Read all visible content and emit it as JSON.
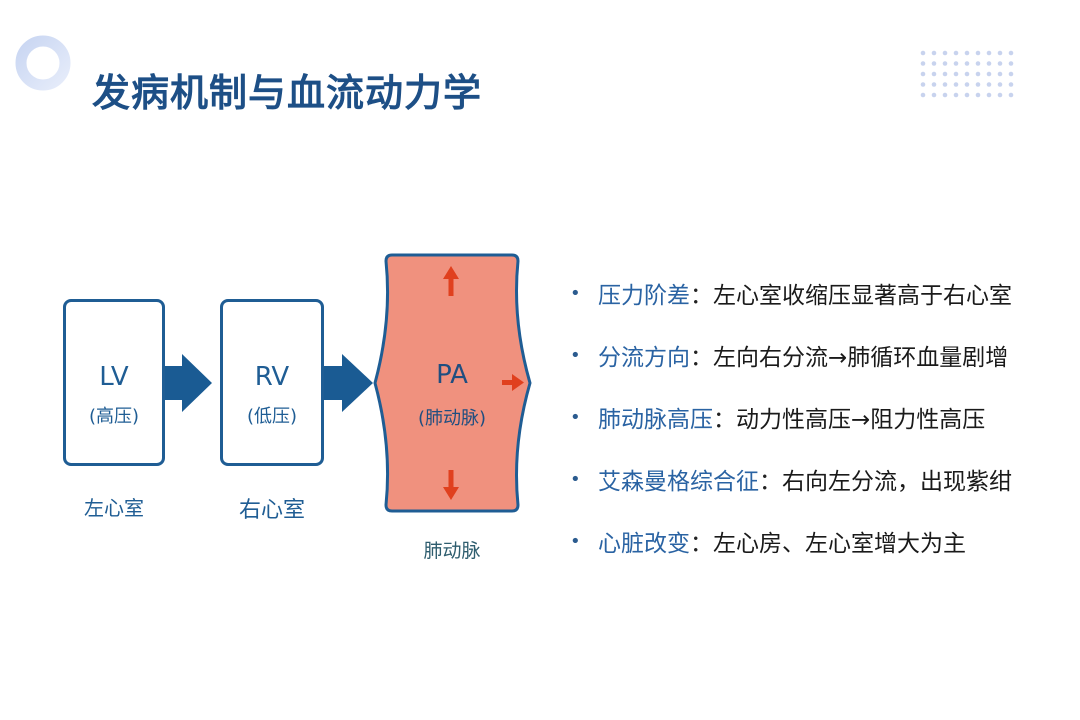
{
  "title": "发病机制与血流动力学",
  "colors": {
    "title": "#1d4f86",
    "box_border": "#1f5d94",
    "arrow": "#1a5b93",
    "pa_fill": "#f0917e",
    "pa_border": "#1f5d94",
    "pa_arrow": "#e0401e",
    "bullet_label": "#2a63a3"
  },
  "diagram": {
    "lv": {
      "abbr": "LV",
      "pressure": "(高压)",
      "caption": "左心室"
    },
    "rv": {
      "abbr": "RV",
      "pressure": "(低压)",
      "caption": "右心室"
    },
    "pa": {
      "abbr": "PA",
      "name": "(肺动脉)",
      "caption": "肺动脉"
    }
  },
  "bullets": [
    {
      "label": "压力阶差",
      "sep": "：",
      "text": "左心室收缩压显著高于右心室"
    },
    {
      "label": "分流方向",
      "sep": "：",
      "text": "左向右分流→肺循环血量剧增"
    },
    {
      "label": "肺动脉高压",
      "sep": "：",
      "text": "动力性高压→阻力性高压"
    },
    {
      "label": "艾森曼格综合征",
      "sep": "：",
      "text": "右向左分流，出现紫绀"
    },
    {
      "label": "心脏改变",
      "sep": "：",
      "text": "左心房、左心室增大为主"
    }
  ],
  "decor": {
    "ring_icon": "ring-icon",
    "dot_grid": "dot-grid-decoration",
    "bullet_glyph": "•"
  }
}
